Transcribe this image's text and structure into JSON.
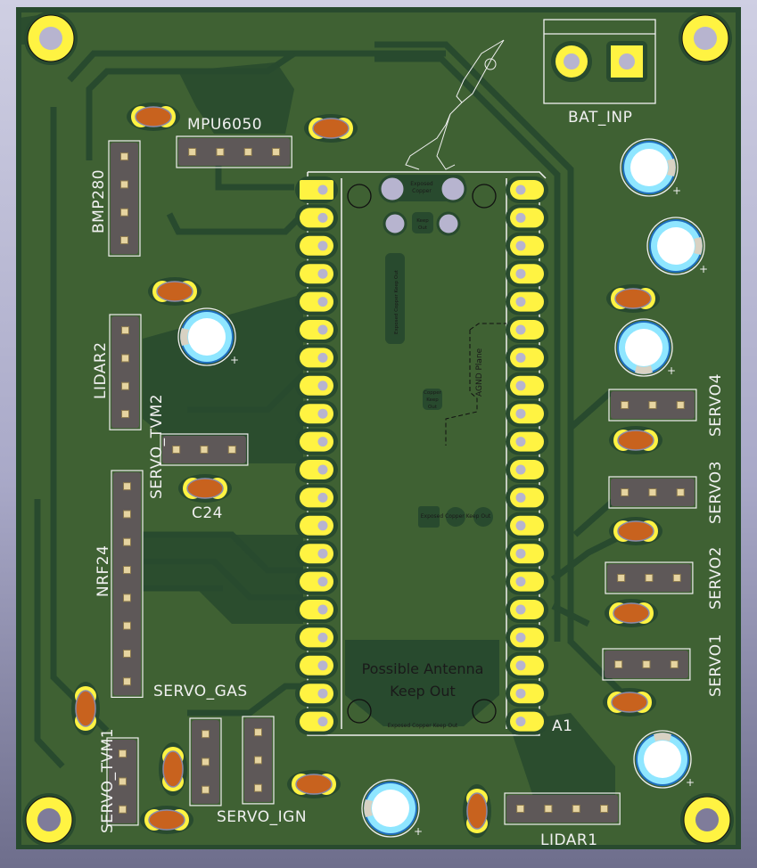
{
  "view": "PCB 3D render (top side)",
  "colors": {
    "board": "#3f6133",
    "copper_fill": "#284a2e",
    "pad_gold": "#fff342",
    "drill": "#b7b4cf",
    "silkscreen": "#f0f0f0",
    "header_body": "#5e5858",
    "header_pin": "#e6d4a0",
    "cap_ceramic": "#c8621e",
    "cap_elec_ring": "#8fe6ff",
    "cap_elec_edge": "#1f6fbf",
    "cap_elec_body": "#ffffff",
    "cap_elec_stripe": "#d8d2c3",
    "background": "#c6c6dc"
  },
  "labels": {
    "mpu6050": "MPU6050",
    "bmp280": "BMP280",
    "bat_inp": "BAT_INP",
    "lidar2": "LIDAR2",
    "servo_tvm2": "SERVO_TVM2",
    "c24": "C24",
    "nrf24": "NRF24",
    "servo_gas": "SERVO_GAS",
    "servo_tvm1": "SERVO_TVM1",
    "servo_ign": "SERVO_IGN",
    "lidar1": "LIDAR1",
    "servo4": "SERVO4",
    "servo3": "SERVO3",
    "servo2": "SERVO2",
    "servo1": "SERVO1",
    "a1": "A1",
    "plus": "+"
  },
  "module": {
    "antenna_line1": "Possible Antenna",
    "antenna_line2": "Keep Out",
    "exposed_copper_line1": "Exposed",
    "exposed_copper_line2": "Copper",
    "keep_line1": "Keep",
    "keep_line2": "Out",
    "exposed_copper_keep_out": "Exposed Copper Keep Out",
    "agnd_plane": "AGND Plane",
    "copper_keep_out_1": "Copper",
    "copper_keep_out_2": "Keep",
    "copper_keep_out_3": "Out",
    "pins_per_side": 20
  },
  "headers": [
    {
      "ref": "mpu6050",
      "pins": 4,
      "orientation": "horizontal"
    },
    {
      "ref": "bmp280",
      "pins": 4,
      "orientation": "vertical"
    },
    {
      "ref": "bat_inp",
      "pins": 2,
      "orientation": "horizontal"
    },
    {
      "ref": "lidar2",
      "pins": 4,
      "orientation": "vertical"
    },
    {
      "ref": "servo_tvm2",
      "pins": 3,
      "orientation": "horizontal"
    },
    {
      "ref": "nrf24",
      "pins": 8,
      "orientation": "vertical"
    },
    {
      "ref": "servo_tvm1",
      "pins": 3,
      "orientation": "vertical"
    },
    {
      "ref": "servo_ign_a",
      "pins": 3,
      "orientation": "vertical"
    },
    {
      "ref": "servo_ign_b",
      "pins": 3,
      "orientation": "vertical"
    },
    {
      "ref": "lidar1",
      "pins": 4,
      "orientation": "horizontal"
    },
    {
      "ref": "servo4",
      "pins": 3,
      "orientation": "horizontal"
    },
    {
      "ref": "servo3",
      "pins": 3,
      "orientation": "horizontal"
    },
    {
      "ref": "servo2",
      "pins": 3,
      "orientation": "horizontal"
    },
    {
      "ref": "servo1",
      "pins": 3,
      "orientation": "horizontal"
    }
  ]
}
